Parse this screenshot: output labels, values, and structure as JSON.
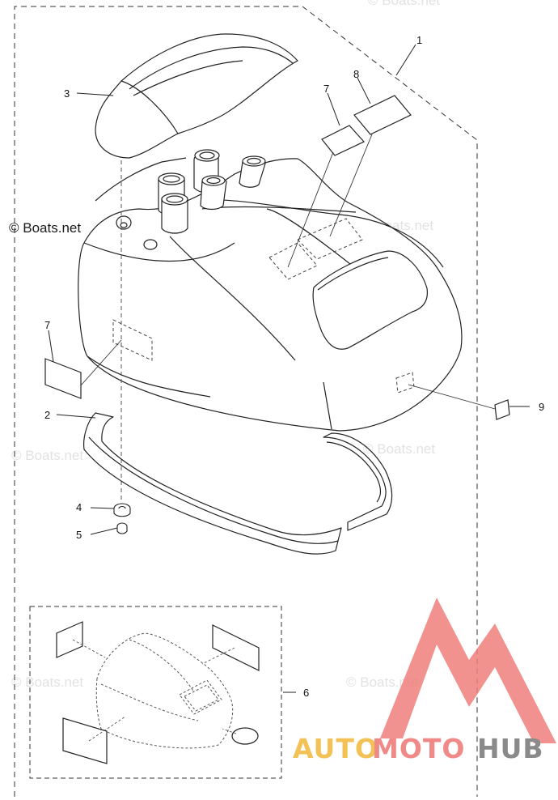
{
  "watermark": {
    "copyright": "© Boats.net",
    "faint": "© Boats.net"
  },
  "brand": {
    "part_auto": "AUTO",
    "part_moto": "MOTO",
    "part_hub": "HUB",
    "color_auto": "#f3c257",
    "color_moto": "#f08a88",
    "color_hub": "#8a8a8a",
    "logo_color": "#f07f7c"
  },
  "callouts": {
    "c1": "1",
    "c2": "2",
    "c3": "3",
    "c4": "4",
    "c5": "5",
    "c6": "6",
    "c7a": "7",
    "c7b": "7",
    "c8": "8",
    "c9": "9"
  }
}
